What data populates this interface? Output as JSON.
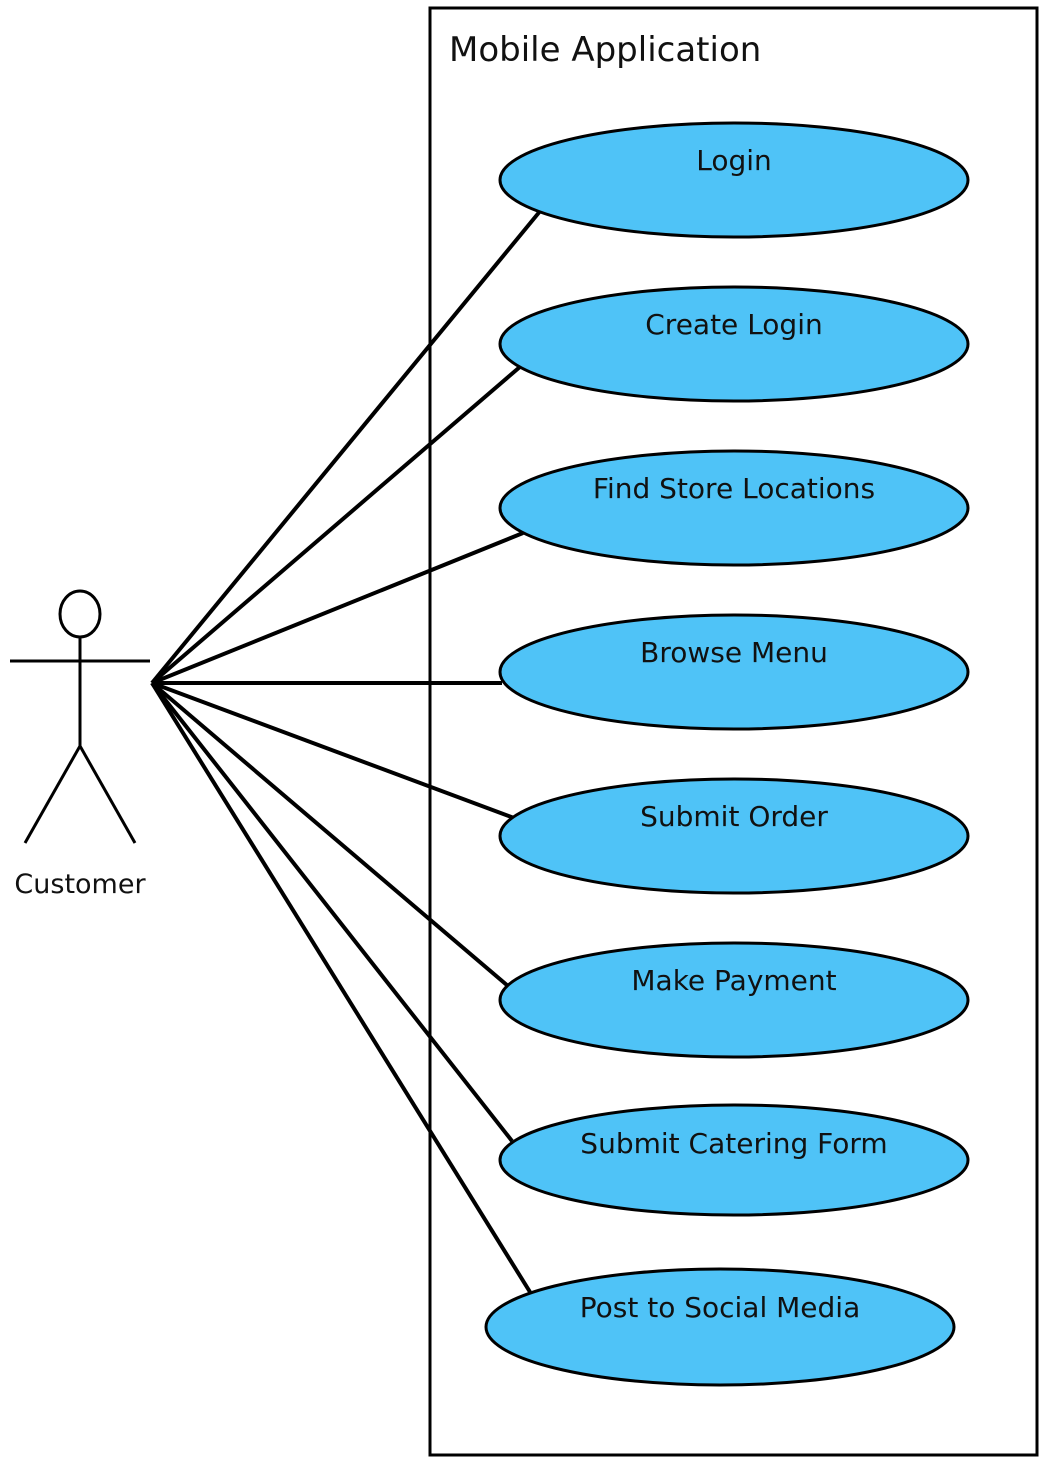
{
  "system": {
    "title": "Mobile Application"
  },
  "actor": {
    "name": "Customer"
  },
  "use_cases": [
    "Login",
    "Create Login",
    "Find Store Locations",
    "Browse Menu",
    "Submit Order",
    "Make Payment",
    "Submit Catering Form",
    "Post to Social Media"
  ],
  "colors": {
    "use_case_fill": "#4fc3f7",
    "stroke": "#000000",
    "background": "#ffffff"
  }
}
